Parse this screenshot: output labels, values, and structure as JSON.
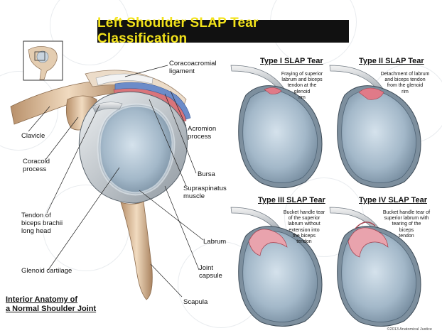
{
  "title": "Left Shoulder SLAP Tear Classification",
  "labels": {
    "coracoacromial_ligament": "Coracoacromial\nligament",
    "clavicle": "Clavicle",
    "acromion_process": "Acromion\nprocess",
    "coracoid_process": "Coracoid\nprocess",
    "bursa": "Bursa",
    "supraspinatus_muscle": "Supraspinatus\nmuscle",
    "tendon_biceps": "Tendon of\nbiceps brachii\nlong head",
    "labrum": "Labrum",
    "glenoid_cartilage": "Glenoid cartilage",
    "joint_capsule": "Joint\ncapsule",
    "scapula": "Scapula"
  },
  "section_title": "Interior Anatomy of\na Normal Shoulder Joint",
  "types": [
    {
      "title": "Type I SLAP Tear",
      "desc": "Fraying of superior\nlabrum and biceps\ntendon at the\nglenoid\nrim"
    },
    {
      "title": "Type II SLAP Tear",
      "desc": "Detachment of labrum\nand biceps tendon\nfrom the glenoid\nrim"
    },
    {
      "title": "Type III SLAP Tear",
      "desc": "Bucket handle tear\nof the superior\nlabrum without\nextension into\nthe biceps\ntendon"
    },
    {
      "title": "Type IV SLAP Tear",
      "desc": "Bucket handle tear of\nsuperior labrum with\ntearing of the\nbiceps\ntendon"
    }
  ],
  "copyright": "©2013 Anatomical Justice",
  "colors": {
    "banner_bg": "#111111",
    "banner_text": "#f2e21a",
    "tear": "#e07a88",
    "glenoid": "#a9bccb"
  }
}
